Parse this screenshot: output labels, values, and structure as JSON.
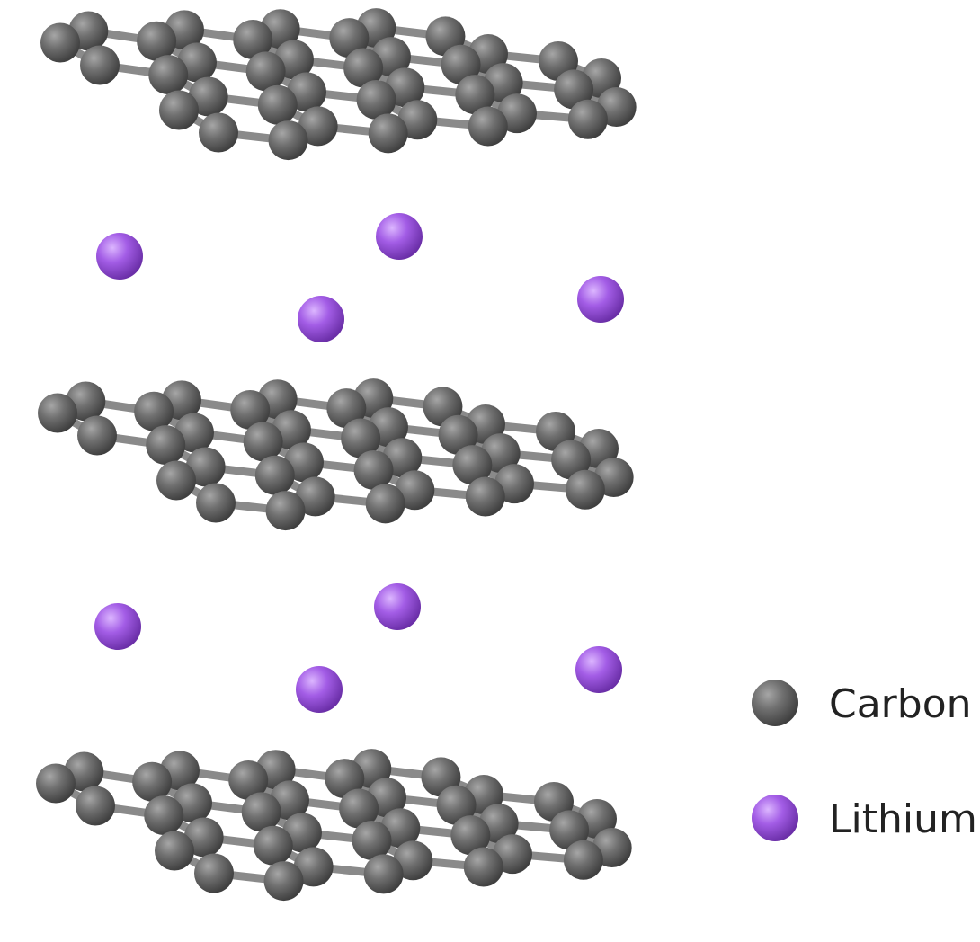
{
  "legend": {
    "carbon": {
      "label": "Carbon",
      "color": "#6b6b6b",
      "icon": "carbon-atom-icon"
    },
    "lithium": {
      "label": "Lithium",
      "color": "#a35de6",
      "icon": "lithium-atom-icon"
    }
  },
  "bond_color": "#8a8a8a",
  "structure": {
    "graphene_layers": 3,
    "lithium_layers": 2,
    "lithium_atoms_per_layer": 4
  }
}
